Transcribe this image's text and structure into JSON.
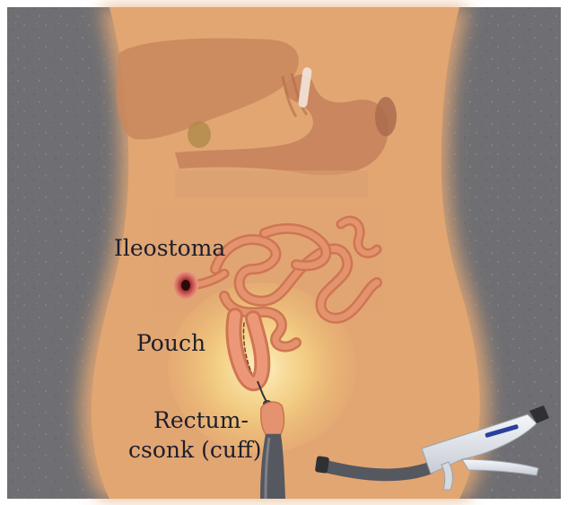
{
  "labels": {
    "ileostoma": "Ileostoma",
    "pouch": "Pouch",
    "rectum_line1": "Rectum-",
    "rectum_line2": "csonk (cuff)"
  },
  "colors": {
    "background_granite": "#6f6f73",
    "skin": "#e3a774",
    "organ": "#c8825a",
    "bowel": "#d47c58",
    "pouch": "#e89073",
    "stoma": "#b03a3a",
    "stapler_body": "#dfe3ea",
    "stapler_shaft": "#55585e",
    "stapler_accent": "#2b3f9e"
  }
}
